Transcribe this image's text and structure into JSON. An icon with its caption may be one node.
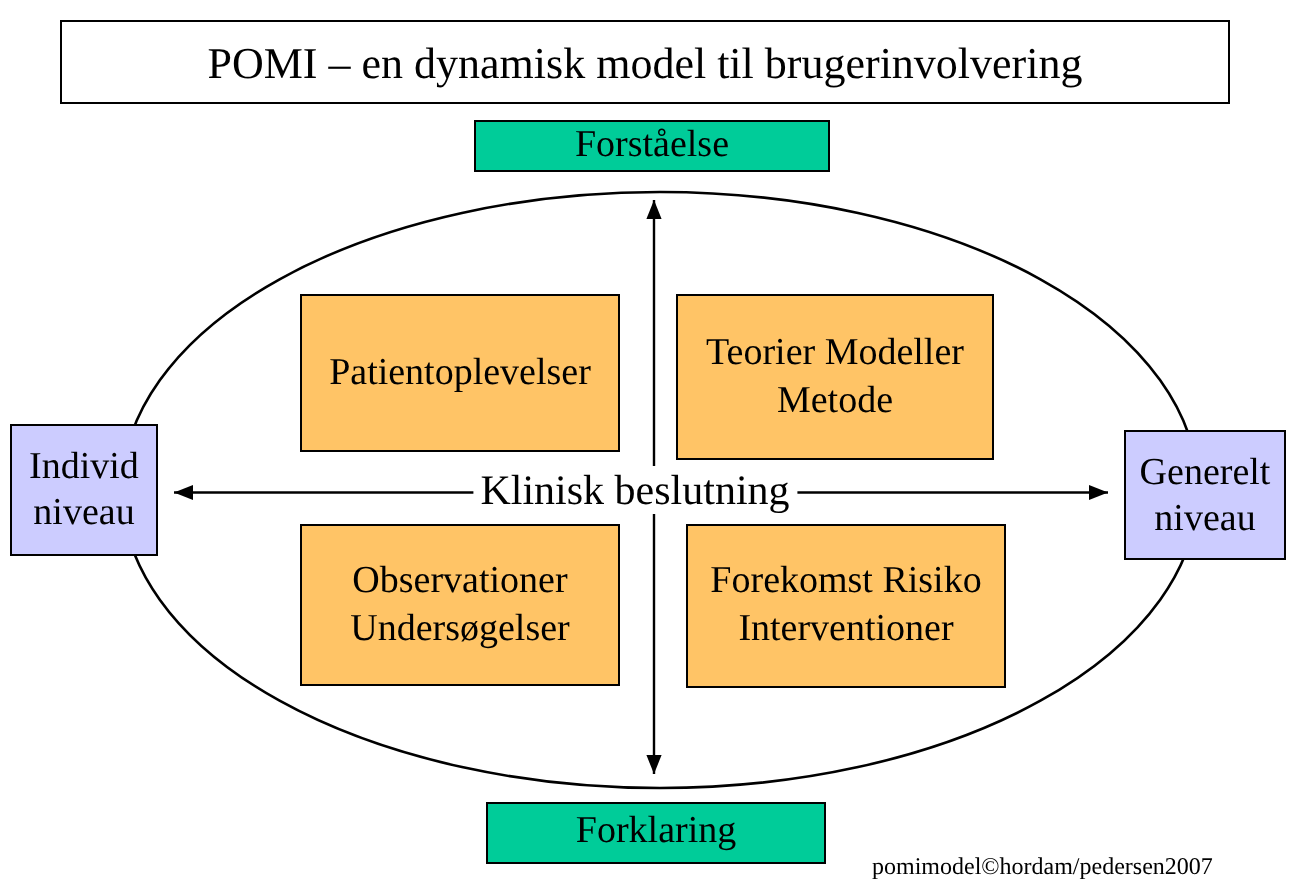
{
  "diagram": {
    "title": "POMI – en dynamisk model til brugerinvolvering",
    "nodes": [
      {
        "text": [],
        "shape": "ellipse"
      },
      {
        "text": [
          "Forståelse"
        ]
      },
      {
        "text": [
          "Forklaring"
        ]
      },
      {
        "text": [
          "Individ niveau"
        ]
      },
      {
        "text": [
          "Generelt niveau"
        ]
      },
      {
        "text": [
          "Patientoplevelser"
        ],
        "in": 0
      },
      {
        "text": [
          "Teorier Modeller Metode"
        ],
        "in": 0
      },
      {
        "text": [
          "Observationer Undersøgelser"
        ],
        "in": 0
      },
      {
        "text": [
          "Forekomst Risiko Interventioner"
        ],
        "in": 0
      }
    ],
    "edges": [
      {
        "from": 3,
        "to": 4,
        "arrow": "both",
        "label": "Klinisk beslutning"
      },
      {
        "from": 1,
        "to": 2,
        "arrow": "both"
      }
    ],
    "labels": [
      "pomimodel©hordam/pedersen2007"
    ]
  }
}
